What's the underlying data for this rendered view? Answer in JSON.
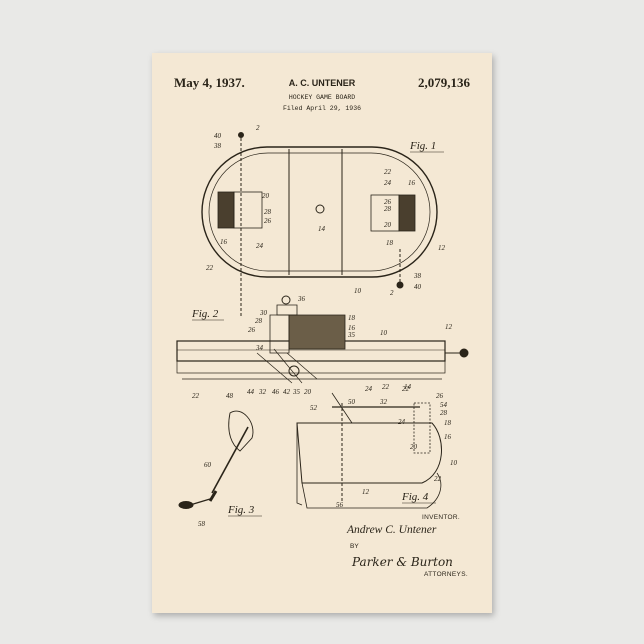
{
  "header": {
    "date": "May 4, 1937.",
    "inventor": "A. C. UNTENER",
    "patent_number": "2,079,136",
    "title": "HOCKEY GAME BOARD",
    "filed": "Filed April 29, 1936"
  },
  "figures": {
    "fig1": "Fig. 1",
    "fig2": "Fig. 2",
    "fig3": "Fig. 3",
    "fig4": "Fig. 4"
  },
  "footer": {
    "inventor_label": "INVENTOR.",
    "inventor_name": "Andrew C. Untener",
    "by_label": "BY",
    "attorneys_signature": "Parker & Burton",
    "attorneys_label": "ATTORNEYS."
  },
  "colors": {
    "paper": "#f4e8d4",
    "ink": "#2a2419",
    "background": "#e9e9e7"
  }
}
